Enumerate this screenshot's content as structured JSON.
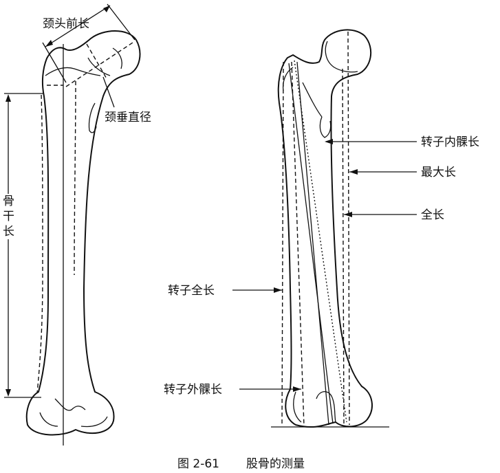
{
  "labels": {
    "neck_head_anterior_length": "颈头前长",
    "neck_vertical_diameter": "颈垂直径",
    "shaft_length": [
      "骨",
      "干",
      "长"
    ],
    "trochanter_medial_condyle_length": "转子内髁长",
    "maximum_length": "最大长",
    "total_length": "全长",
    "trochanter_total_length": "转子全长",
    "trochanter_lateral_condyle_length": "转子外髁长"
  },
  "caption": {
    "number": "图 2-61",
    "title": "股骨的测量"
  }
}
